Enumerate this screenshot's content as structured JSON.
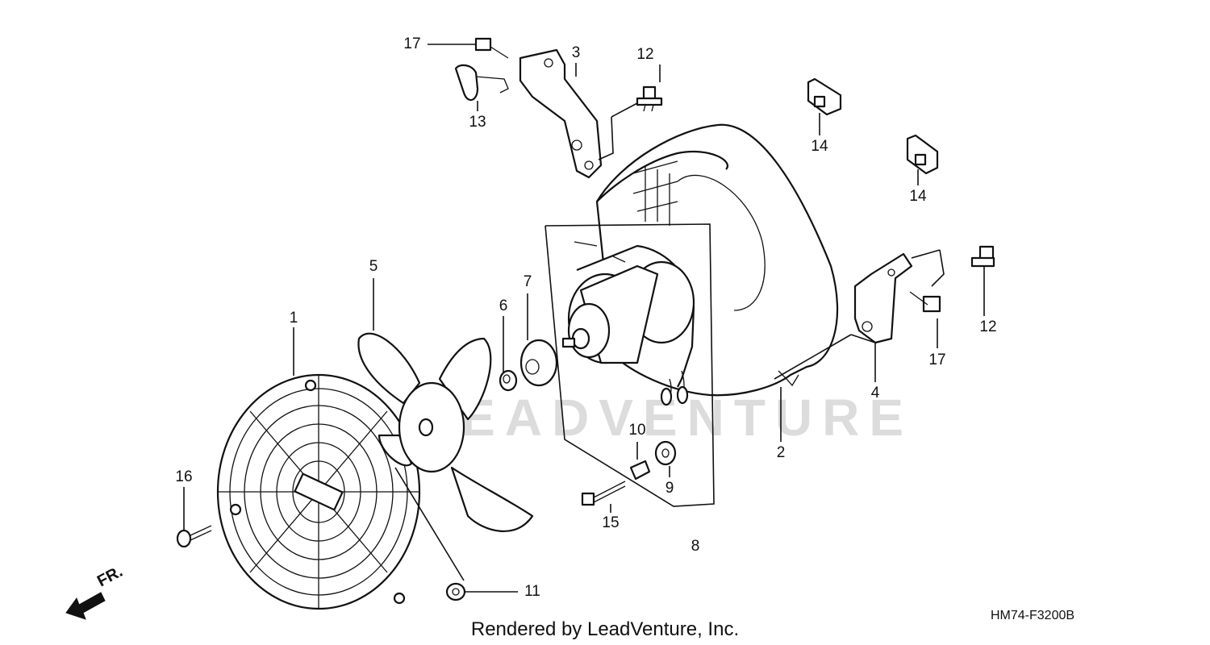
{
  "callouts": {
    "c1": "1",
    "c2": "2",
    "c3": "3",
    "c4": "4",
    "c5": "5",
    "c6": "6",
    "c7": "7",
    "c8": "8",
    "c9": "9",
    "c10": "10",
    "c11": "11",
    "c12a": "12",
    "c12b": "12",
    "c13": "13",
    "c14a": "14",
    "c14b": "14",
    "c15": "15",
    "c16": "16",
    "c17a": "17",
    "c17b": "17"
  },
  "direction_label": "FR.",
  "diagram_code": "HM74-F3200B",
  "watermark": "LEADVENTURE",
  "footer": "Rendered by LeadVenture, Inc."
}
